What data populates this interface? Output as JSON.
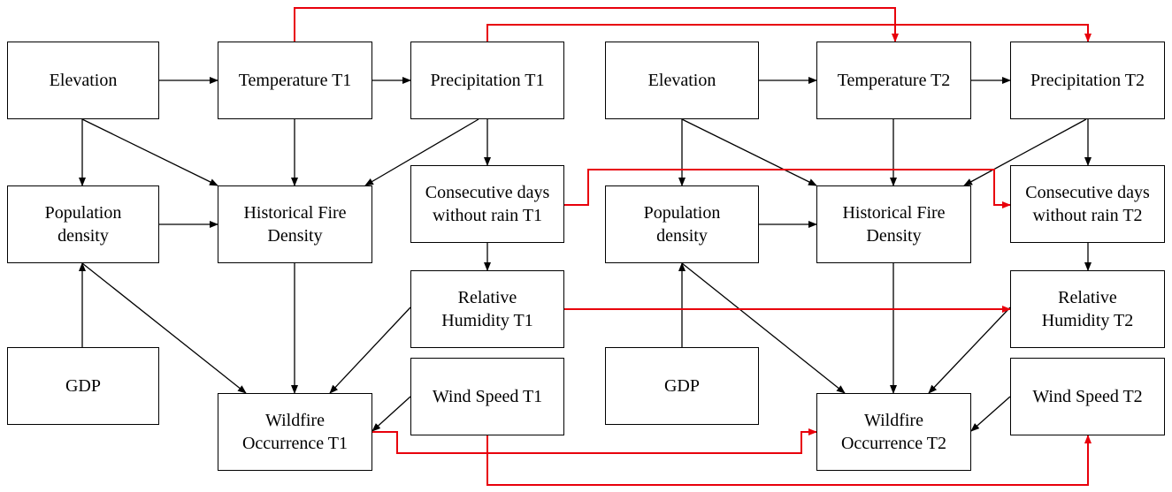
{
  "nodes": {
    "elevation_t1": "Elevation",
    "temperature_t1": "Temperature T1",
    "precipitation_t1": "Precipitation T1",
    "elevation_t2": "Elevation",
    "temperature_t2": "Temperature T2",
    "precipitation_t2": "Precipitation T2",
    "population_t1": "Population\ndensity",
    "hist_fire_t1": "Historical Fire\nDensity",
    "consecutive_t1": "Consecutive days\nwithout rain T1",
    "population_t2": "Population\ndensity",
    "hist_fire_t2": "Historical Fire\nDensity",
    "consecutive_t2": "Consecutive days\nwithout rain T2",
    "humidity_t1": "Relative\nHumidity T1",
    "humidity_t2": "Relative\nHumidity T2",
    "gdp_t1": "GDP",
    "gdp_t2": "GDP",
    "wind_t1": "Wind Speed T1",
    "wind_t2": "Wind Speed T2",
    "wildfire_t1": "Wildfire\nOccurrence T1",
    "wildfire_t2": "Wildfire\nOccurrence T2"
  },
  "edges": [
    {
      "from": "elevation_t1",
      "to": "temperature_t1",
      "type": "intra"
    },
    {
      "from": "temperature_t1",
      "to": "precipitation_t1",
      "type": "intra"
    },
    {
      "from": "elevation_t1",
      "to": "population_t1",
      "type": "intra"
    },
    {
      "from": "elevation_t1",
      "to": "hist_fire_t1",
      "type": "intra"
    },
    {
      "from": "temperature_t1",
      "to": "hist_fire_t1",
      "type": "intra"
    },
    {
      "from": "precipitation_t1",
      "to": "hist_fire_t1",
      "type": "intra"
    },
    {
      "from": "precipitation_t1",
      "to": "consecutive_t1",
      "type": "intra"
    },
    {
      "from": "population_t1",
      "to": "hist_fire_t1",
      "type": "intra"
    },
    {
      "from": "consecutive_t1",
      "to": "humidity_t1",
      "type": "intra"
    },
    {
      "from": "gdp_t1",
      "to": "population_t1",
      "type": "intra"
    },
    {
      "from": "population_t1",
      "to": "wildfire_t1",
      "type": "intra"
    },
    {
      "from": "hist_fire_t1",
      "to": "wildfire_t1",
      "type": "intra"
    },
    {
      "from": "humidity_t1",
      "to": "wildfire_t1",
      "type": "intra"
    },
    {
      "from": "wind_t1",
      "to": "wildfire_t1",
      "type": "intra"
    },
    {
      "from": "elevation_t2",
      "to": "temperature_t2",
      "type": "intra"
    },
    {
      "from": "temperature_t2",
      "to": "precipitation_t2",
      "type": "intra"
    },
    {
      "from": "elevation_t2",
      "to": "population_t2",
      "type": "intra"
    },
    {
      "from": "elevation_t2",
      "to": "hist_fire_t2",
      "type": "intra"
    },
    {
      "from": "temperature_t2",
      "to": "hist_fire_t2",
      "type": "intra"
    },
    {
      "from": "precipitation_t2",
      "to": "hist_fire_t2",
      "type": "intra"
    },
    {
      "from": "precipitation_t2",
      "to": "consecutive_t2",
      "type": "intra"
    },
    {
      "from": "population_t2",
      "to": "hist_fire_t2",
      "type": "intra"
    },
    {
      "from": "consecutive_t2",
      "to": "humidity_t2",
      "type": "intra"
    },
    {
      "from": "gdp_t2",
      "to": "population_t2",
      "type": "intra"
    },
    {
      "from": "population_t2",
      "to": "wildfire_t2",
      "type": "intra"
    },
    {
      "from": "hist_fire_t2",
      "to": "wildfire_t2",
      "type": "intra"
    },
    {
      "from": "humidity_t2",
      "to": "wildfire_t2",
      "type": "intra"
    },
    {
      "from": "wind_t2",
      "to": "wildfire_t2",
      "type": "intra"
    },
    {
      "from": "temperature_t1",
      "to": "temperature_t2",
      "type": "temporal"
    },
    {
      "from": "precipitation_t1",
      "to": "precipitation_t2",
      "type": "temporal"
    },
    {
      "from": "consecutive_t1",
      "to": "consecutive_t2",
      "type": "temporal"
    },
    {
      "from": "humidity_t1",
      "to": "humidity_t2",
      "type": "temporal"
    },
    {
      "from": "wildfire_t1",
      "to": "wildfire_t2",
      "type": "temporal"
    },
    {
      "from": "wind_t1",
      "to": "wind_t2",
      "type": "temporal"
    }
  ],
  "colors": {
    "intra": "#000000",
    "temporal": "#e8000b"
  }
}
